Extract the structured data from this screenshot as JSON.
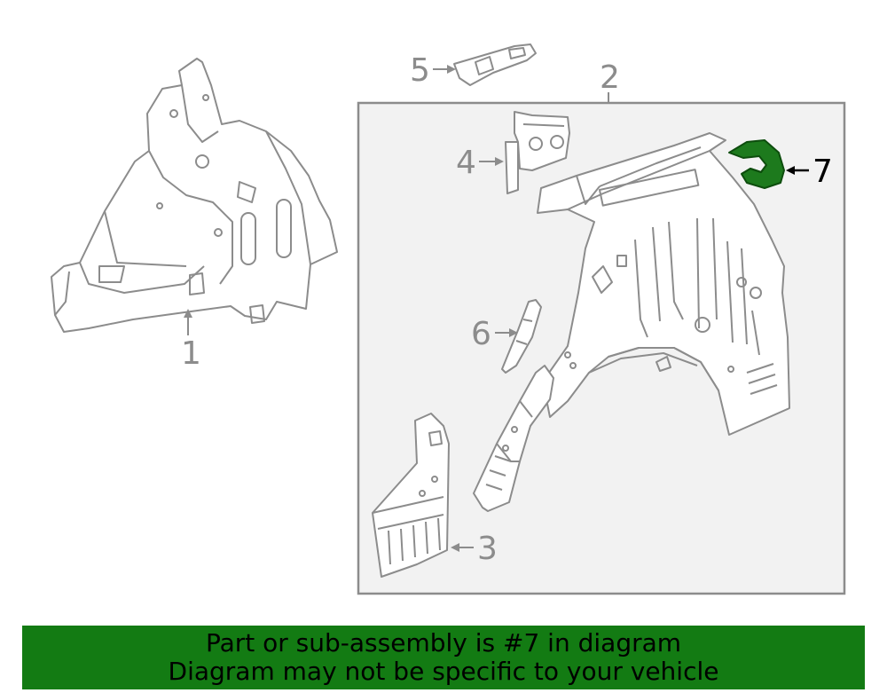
{
  "diagram": {
    "callouts": [
      "1",
      "2",
      "3",
      "4",
      "5",
      "6",
      "7"
    ],
    "highlighted_part": "7"
  },
  "banner": {
    "line1": "Part or sub-assembly is #7 in diagram",
    "line2": "Diagram may not be specific to your vehicle"
  },
  "colors": {
    "line": "#8c8c8c",
    "panel_fill": "#f2f2f2",
    "highlight": "#1d7a1d",
    "highlight_dark": "#0d4d0d",
    "banner_bg": "#137b13",
    "label_text": "#8c8c8c",
    "label_text_highlight": "#000000"
  }
}
